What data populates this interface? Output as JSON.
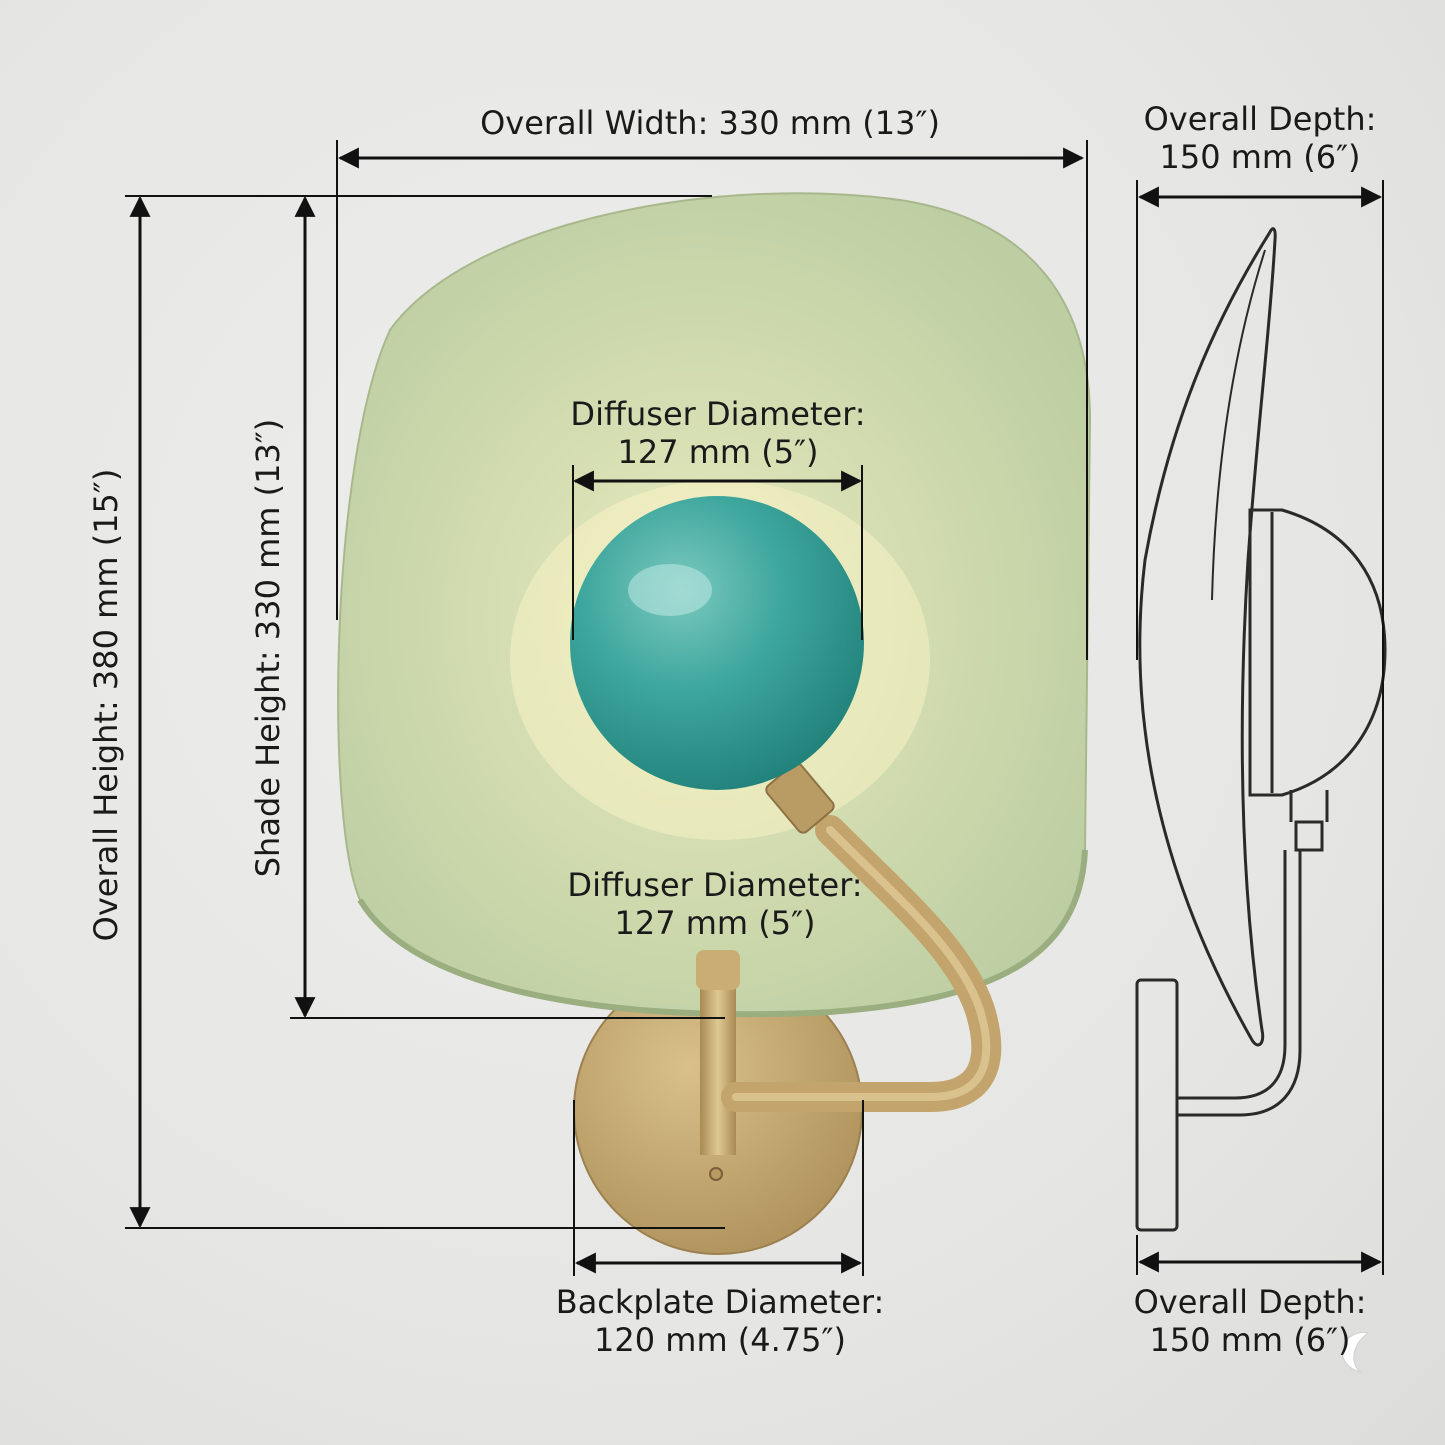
{
  "labels": {
    "overall_width": "Overall Width: 330 mm (13″)",
    "overall_depth_top_line1": "Overall Depth:",
    "overall_depth_top_line2": "150 mm (6″)",
    "overall_height": "Overall Height: 380 mm (15″)",
    "shade_height": "Shade Height: 330 mm (13″)",
    "diffuser_top_line1": "Diffuser Diameter:",
    "diffuser_top_line2": "127 mm (5″)",
    "diffuser_mid_line1": "Diffuser Diameter:",
    "diffuser_mid_line2": "127 mm (5″)",
    "backplate_line1": "Backplate Diameter:",
    "backplate_line2": "120 mm (4.75″)",
    "overall_depth_bottom_line1": "Overall Depth:",
    "overall_depth_bottom_line2": "150 mm (6″)"
  },
  "colors": {
    "wall": "#e6e6e4",
    "shade": "#c4d4aa",
    "diffuser": "#3ea79e",
    "brass": "#c2a46c",
    "dimension_line": "#111111",
    "outline_drawing": "#2a2a2a"
  },
  "icons": {
    "moon": "moon-icon"
  }
}
